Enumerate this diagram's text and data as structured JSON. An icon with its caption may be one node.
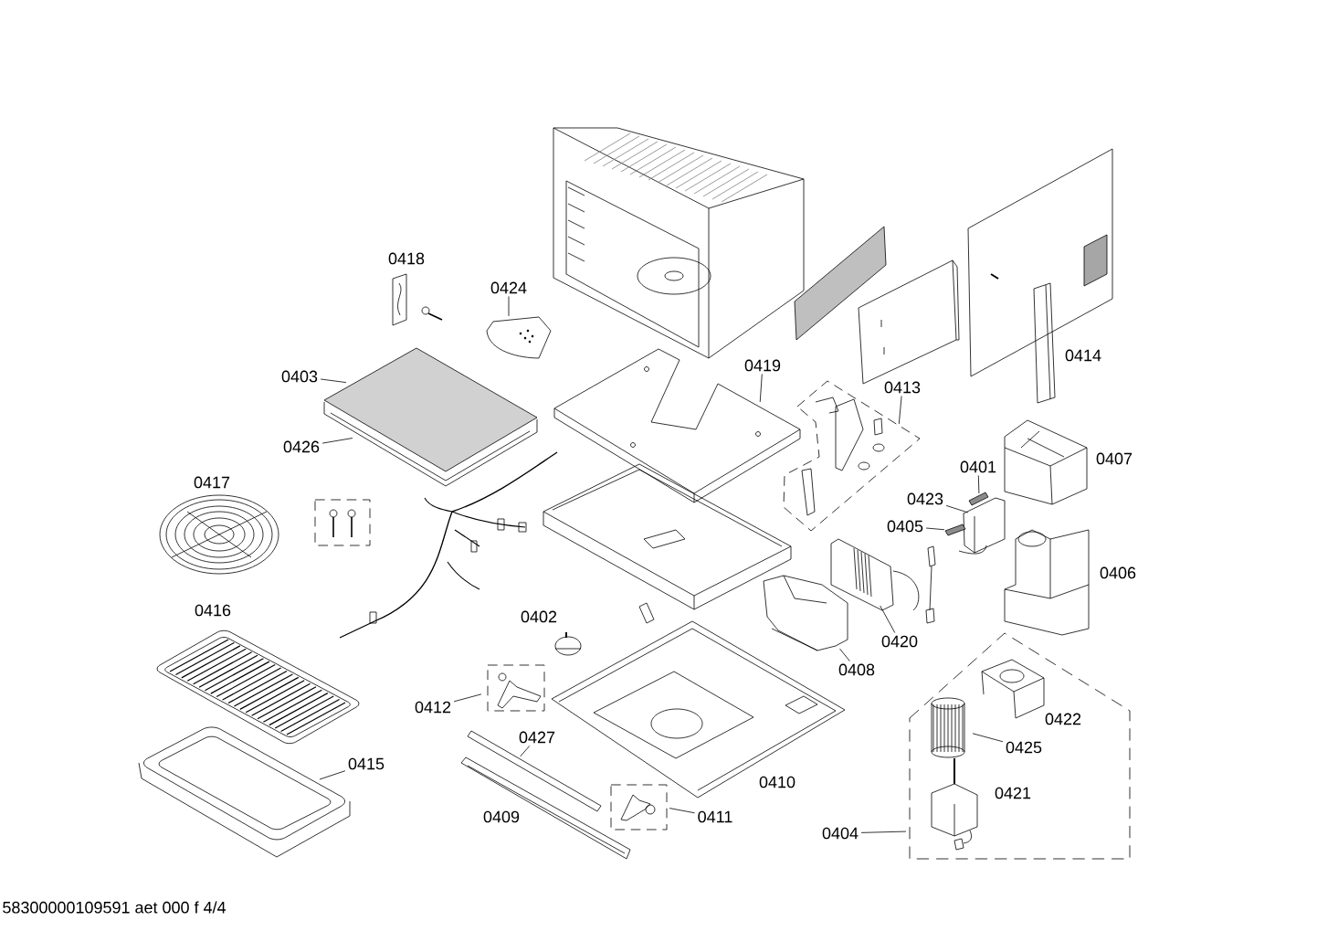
{
  "diagram": {
    "nodes": [
      {
        "text": [
          "0418"
        ]
      },
      {
        "text": [
          "0424"
        ]
      },
      {
        "text": [
          "0403"
        ]
      },
      {
        "text": [
          "0426"
        ]
      },
      {
        "text": [
          "0419"
        ]
      },
      {
        "text": [
          "0413"
        ]
      },
      {
        "text": [
          "0414"
        ]
      },
      {
        "text": [
          "0401"
        ]
      },
      {
        "text": [
          "0407"
        ]
      },
      {
        "text": [
          "0423"
        ]
      },
      {
        "text": [
          "0405"
        ]
      },
      {
        "text": [
          "0417"
        ]
      },
      {
        "text": [
          "0406"
        ]
      },
      {
        "text": [
          "0416"
        ]
      },
      {
        "text": [
          "0402"
        ]
      },
      {
        "text": [
          "0420"
        ]
      },
      {
        "text": [
          "0408"
        ]
      },
      {
        "text": [
          "0412"
        ]
      },
      {
        "text": [
          "0422"
        ],
        "in": 42
      },
      {
        "text": [
          "0427"
        ]
      },
      {
        "text": [
          "0425"
        ],
        "in": 42
      },
      {
        "text": [
          "0415"
        ]
      },
      {
        "text": [
          "0410"
        ]
      },
      {
        "text": [
          "0421"
        ],
        "in": 42
      },
      {
        "text": [
          "0409"
        ]
      },
      {
        "text": [
          "0411"
        ]
      },
      {
        "text": [
          "0404"
        ]
      },
      {
        "text": [],
        "shape": "picture"
      },
      {
        "text": [],
        "shape": "picture"
      },
      {
        "text": [],
        "shape": "picture"
      },
      {
        "text": [],
        "shape": "picture"
      },
      {
        "text": [],
        "shape": "picture"
      },
      {
        "text": [],
        "shape": "picture"
      },
      {
        "text": [],
        "shape": "picture"
      },
      {
        "text": [],
        "shape": "picture"
      },
      {
        "text": [],
        "shape": "picture"
      },
      {
        "text": [],
        "shape": "picture"
      },
      {
        "text": [],
        "shape": "picture"
      },
      {
        "text": [],
        "shape": "picture"
      },
      {
        "text": [],
        "shape": "picture",
        "in": 42
      },
      {
        "text": [],
        "shape": "picture"
      },
      {
        "text": [],
        "shape": "picture"
      },
      {
        "text": [],
        "shape": "picture"
      }
    ],
    "edges": [
      {
        "from": 1,
        "to": 27,
        "arrow": "none"
      },
      {
        "from": 2,
        "to": 28,
        "arrow": "none"
      },
      {
        "from": 3,
        "to": 29,
        "arrow": "none"
      },
      {
        "from": 4,
        "to": 30,
        "arrow": "none"
      },
      {
        "from": 5,
        "to": 31,
        "arrow": "none"
      },
      {
        "from": 7,
        "to": 32,
        "arrow": "none"
      },
      {
        "from": 9,
        "to": 33,
        "arrow": "none"
      },
      {
        "from": 10,
        "to": 34,
        "arrow": "none"
      },
      {
        "from": 15,
        "to": 35,
        "arrow": "none"
      },
      {
        "from": 16,
        "to": 36,
        "arrow": "none"
      },
      {
        "from": 17,
        "to": 37,
        "arrow": "none"
      },
      {
        "from": 19,
        "to": 38,
        "arrow": "none"
      },
      {
        "from": 20,
        "to": 39,
        "arrow": "none"
      },
      {
        "from": 21,
        "to": 40,
        "arrow": "none"
      },
      {
        "from": 25,
        "to": 41,
        "arrow": "none"
      },
      {
        "from": 26,
        "to": 42,
        "arrow": "none"
      }
    ],
    "labels": [
      "58300000109591 aet 000 f 4/4"
    ]
  }
}
